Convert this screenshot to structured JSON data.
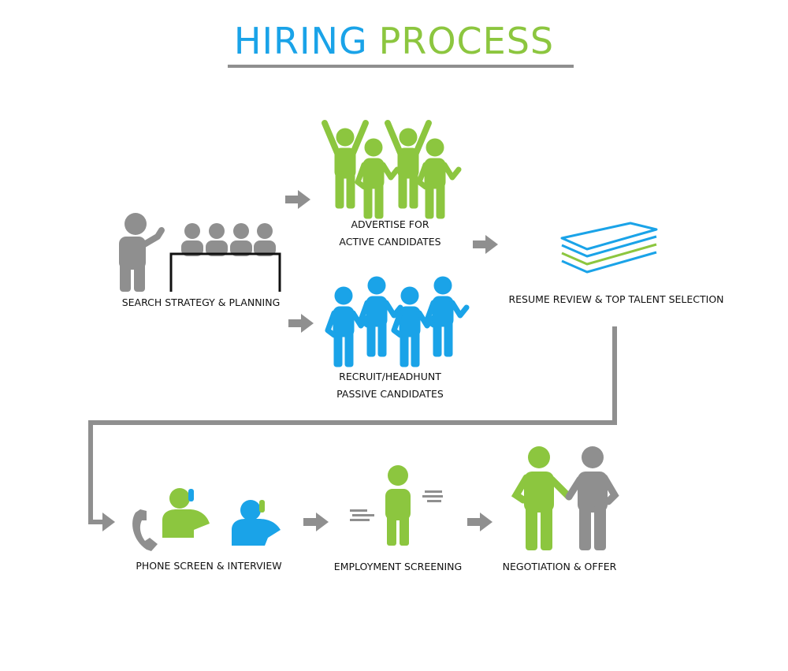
{
  "title": {
    "part1": "HIRING",
    "part2": "PROCESS"
  },
  "colors": {
    "blue": "#1aa3e8",
    "green": "#8cc63f",
    "gray": "#8f8f8f",
    "dark": "#111111"
  },
  "steps": {
    "search": "SEARCH STRATEGY & PLANNING",
    "advertise_line1": "ADVERTISE FOR",
    "advertise_line2": "ACTIVE CANDIDATES",
    "recruit_line1": "RECRUIT/HEADHUNT",
    "recruit_line2": "PASSIVE CANDIDATES",
    "resume": "RESUME REVIEW & TOP TALENT SELECTION",
    "phone": "PHONE SCREEN & INTERVIEW",
    "employment": "EMPLOYMENT SCREENING",
    "negotiation": "NEGOTIATION & OFFER"
  },
  "icons": [
    "presenter-icon",
    "meeting-table-icon",
    "cheering-people-icon",
    "group-people-icon",
    "document-stack-icon",
    "telephone-icon",
    "caller-icon",
    "screening-person-icon",
    "handshake-icon"
  ]
}
